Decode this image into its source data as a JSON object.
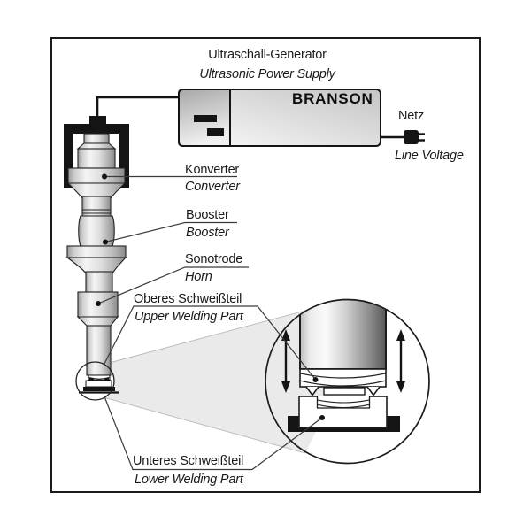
{
  "titles": {
    "de": "Ultraschall-Generator",
    "en": "Ultrasonic Power Supply"
  },
  "generator_brand": "BRANSON",
  "power": {
    "de": "Netz",
    "en": "Line Voltage"
  },
  "parts": {
    "konverter": {
      "de": "Konverter",
      "en": "Converter"
    },
    "booster": {
      "de": "Booster",
      "en": "Booster"
    },
    "sonotrode": {
      "de": "Sonotrode",
      "en": "Horn"
    },
    "upper_welding_part": {
      "de": "Oberes Schweißteil",
      "en": "Upper Welding Part"
    },
    "lower_welding_part": {
      "de": "Unteres Schweißteil",
      "en": "Lower Welding Part"
    }
  },
  "colors": {
    "line": "#1a1a1a",
    "solid_black": "#141414",
    "cone_gray": "#eaeaea"
  }
}
